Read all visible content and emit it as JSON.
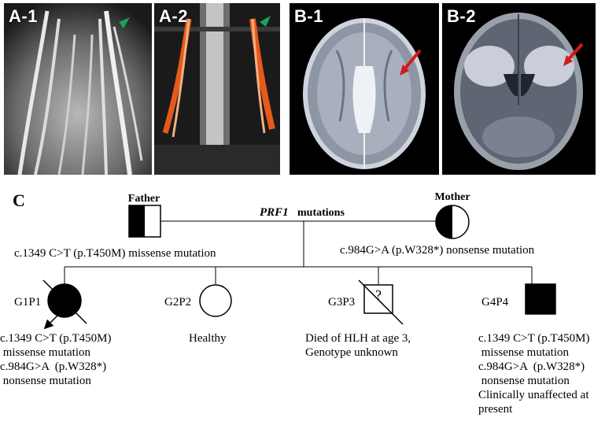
{
  "panels": {
    "a1": "A-1",
    "a2": "A-2",
    "b1": "B-1",
    "b2": "B-2"
  },
  "pedigree": {
    "panel_label": "C",
    "title_gene": "PRF1",
    "title_rest": "mutations",
    "father": {
      "label": "Father",
      "mutation": "c.1349 C>T (p.T450M)  missense mutation"
    },
    "mother": {
      "label": "Mother",
      "mutation": "c.984G>A  (p.W328*)  nonsense mutation"
    },
    "children": [
      {
        "id": "G1P1",
        "lines": [
          "c.1349 C>T (p.T450M)",
          " missense mutation",
          "c.984G>A  (p.W328*)",
          " nonsense mutation"
        ]
      },
      {
        "id": "G2P2",
        "lines": [
          "Healthy"
        ]
      },
      {
        "id": "G3P3",
        "symbol": "?",
        "lines": [
          "Died of  HLH at age 3,",
          "Genotype  unknown"
        ]
      },
      {
        "id": "G4P4",
        "lines": [
          "c.1349 C>T (p.T450M)",
          " missense mutation",
          "c.984G>A  (p.W328*)",
          " nonsense mutation",
          "Clinically unaffected at",
          "present"
        ]
      }
    ]
  },
  "colors": {
    "arrow_green": "#19a35a",
    "arrow_red": "#d11a1a"
  }
}
